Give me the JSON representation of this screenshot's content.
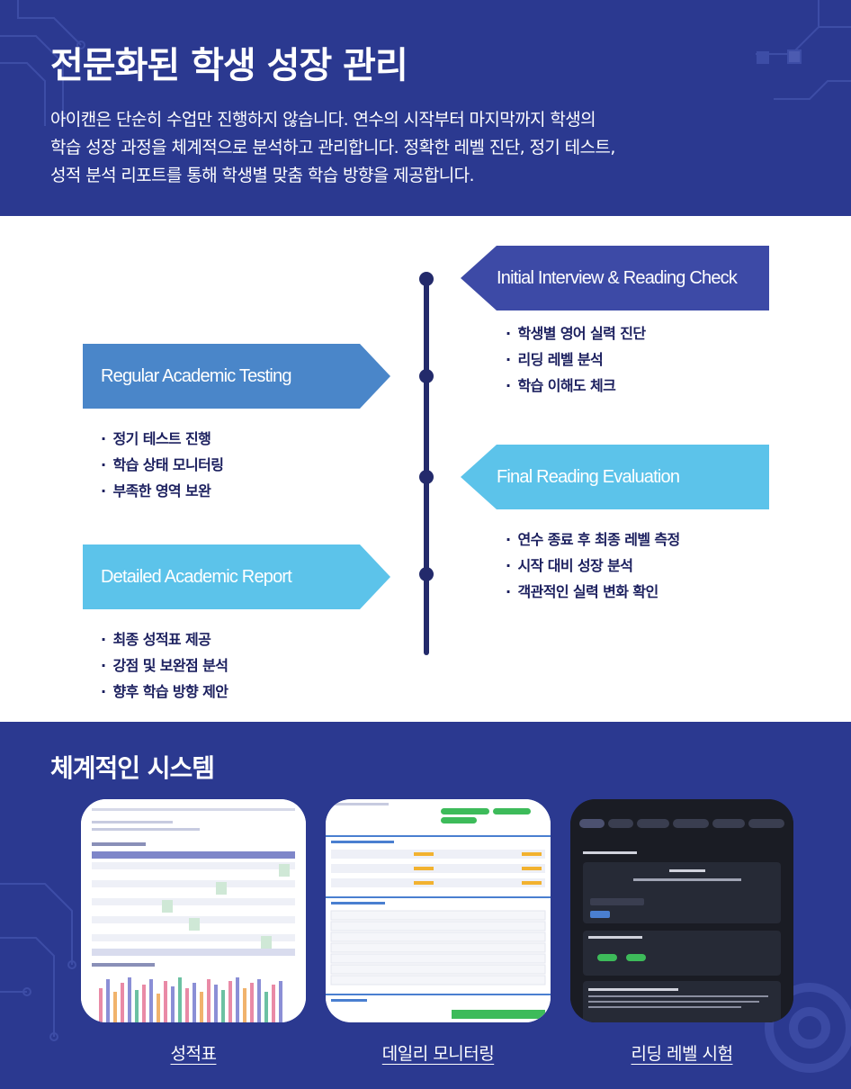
{
  "header": {
    "title": "전문화된 학생 성장 관리",
    "intro_lines": [
      "아이캔은 단순히 수업만 진행하지 않습니다. 연수의 시작부터 마지막까지 학생의",
      "학습 성장 과정을 체계적으로 분석하고 관리합니다. 정확한 레벨 진단, 정기 테스트,",
      "성적 분석 리포트를 통해  학생별 맞춤 학습 방향을 제공합니다."
    ]
  },
  "timeline": {
    "steps": [
      {
        "title": "Initial Interview & Reading Check",
        "items": [
          "학생별 영어 실력 진단",
          "리딩 레벨 분석",
          "학습 이해도 체크"
        ]
      },
      {
        "title": "Regular Academic Testing",
        "items": [
          "정기 테스트 진행",
          "학습 상태 모니터링",
          "부족한 영역 보완"
        ]
      },
      {
        "title": "Final Reading Evaluation",
        "items": [
          "연수 종료 후 최종 레벨 측정",
          "시작 대비 성장 분석",
          "객관적인 실력 변화 확인"
        ]
      },
      {
        "title": "Detailed Academic Report",
        "items": [
          "최종 성적표 제공",
          "강점 및 보완점 분석",
          "향후 학습 방향 제안"
        ]
      }
    ]
  },
  "system": {
    "title": "체계적인 시스템",
    "cards": [
      {
        "label": "성적표"
      },
      {
        "label": "데일리 모니터링"
      },
      {
        "label": "리딩 레벨 시험"
      }
    ]
  },
  "colors": {
    "navy": "#2b3990",
    "dark_navy": "#232a6b",
    "banner_indigo": "#3d4aa6",
    "banner_blue": "#4a86c9",
    "banner_sky": "#5cc3ea"
  }
}
